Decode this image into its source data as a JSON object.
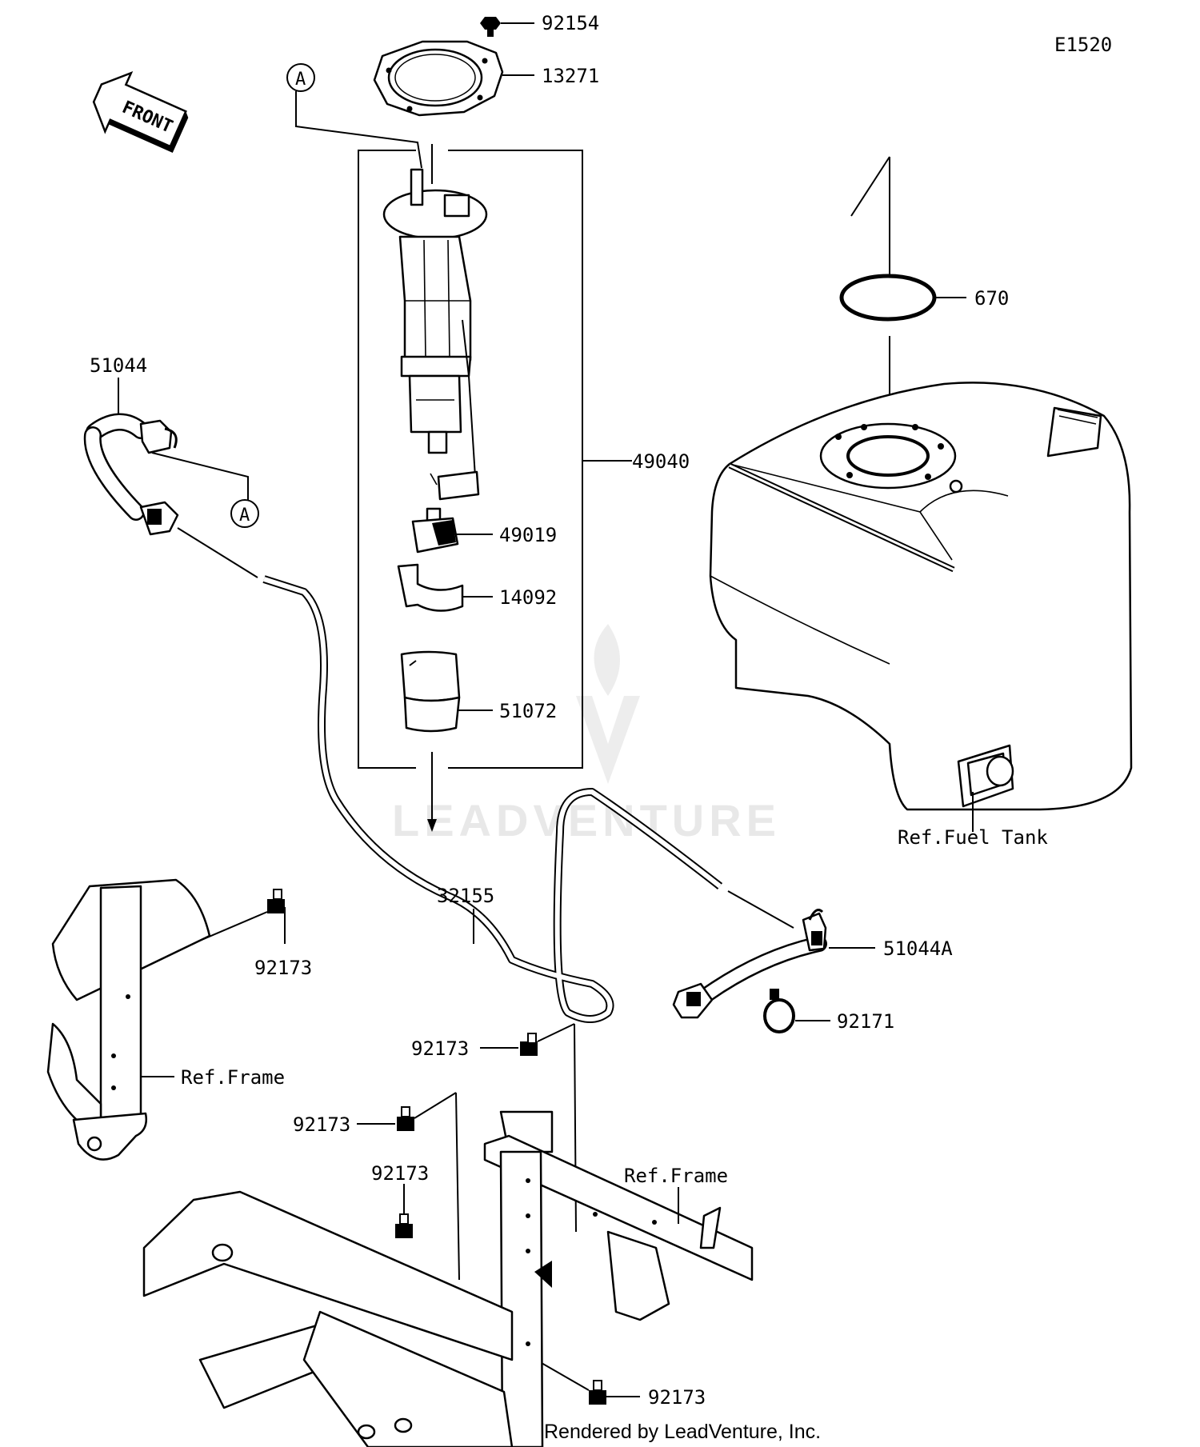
{
  "diagram_code": "E1520",
  "front_label": "FRONT",
  "callout_a": "A",
  "watermark": "LEADVENTURE",
  "footer": "Rendered by LeadVenture, Inc.",
  "parts": {
    "p92154": "92154",
    "p13271": "13271",
    "p49040": "49040",
    "p49019": "49019",
    "p14092": "14092",
    "p51072": "51072",
    "p670": "670",
    "p51044": "51044",
    "p32155": "32155",
    "p51044A": "51044A",
    "p92171": "92171",
    "p92173": "92173"
  },
  "refs": {
    "fuel_tank": "Ref.Fuel Tank",
    "frame": "Ref.Frame"
  }
}
